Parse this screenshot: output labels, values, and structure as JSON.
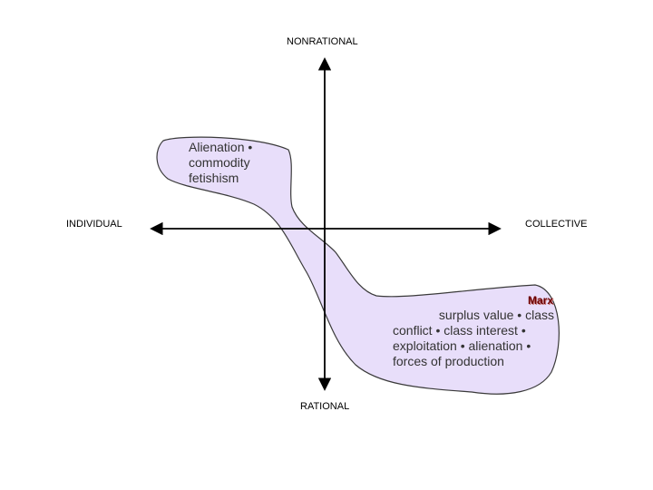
{
  "axes": {
    "top": "NONRATIONAL",
    "bottom": "RATIONAL",
    "left": "INDIVIDUAL",
    "right": "COLLECTIVE"
  },
  "regions": {
    "upper_left_text": "Alienation •\ncommodity\nfetishism",
    "lower_right_title": "Marx",
    "lower_right_text": "surplus value • class\nconflict • class interest •\nexploitation • alienation •\nforces of production"
  },
  "colors": {
    "region_fill": "#e8defa",
    "region_stroke": "#3a3a3a",
    "axis": "#000000",
    "marx_title": "#6b0000"
  }
}
